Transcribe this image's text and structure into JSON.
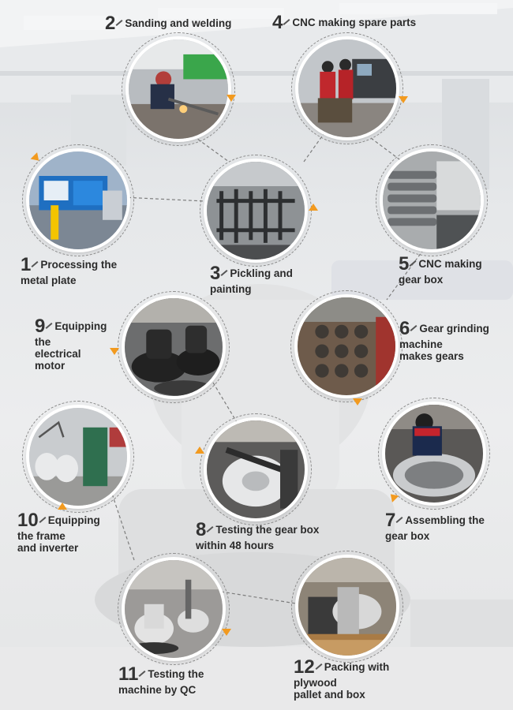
{
  "steps": [
    {
      "num": "1",
      "text": "Processing the\nmetal plate",
      "icon": "metal-plate-punching-photo"
    },
    {
      "num": "2",
      "text": "Sanding and welding",
      "icon": "welding-photo"
    },
    {
      "num": "3",
      "text": "Pickling and\npainting",
      "icon": "pickling-painting-photo"
    },
    {
      "num": "4",
      "text": "CNC making spare parts",
      "icon": "cnc-spare-parts-photo"
    },
    {
      "num": "5",
      "text": "CNC making\ngear box",
      "icon": "cnc-gear-box-photo"
    },
    {
      "num": "6",
      "text": "Gear grinding\nmachine\nmakes gears",
      "icon": "gear-grinding-photo"
    },
    {
      "num": "7",
      "text": "Assembling the\ngear box",
      "icon": "assembling-gear-box-photo"
    },
    {
      "num": "8",
      "text": "Testing the gear box\nwithin 48 hours",
      "icon": "testing-gear-box-photo"
    },
    {
      "num": "9",
      "text": "Equipping\nthe\nelectrical\nmotor",
      "icon": "electrical-motor-photo"
    },
    {
      "num": "10",
      "text": "Equipping\nthe frame\nand inverter",
      "icon": "frame-inverter-photo"
    },
    {
      "num": "11",
      "text": "Testing the\nmachine by QC",
      "icon": "qc-testing-photo"
    },
    {
      "num": "12",
      "text": "Packing with\nplywood\npallet and box",
      "icon": "packing-pallet-photo"
    }
  ],
  "colors": {
    "arrow": "#f29a1f",
    "ring": "#8a8a8a",
    "text": "#2b2b2b"
  }
}
